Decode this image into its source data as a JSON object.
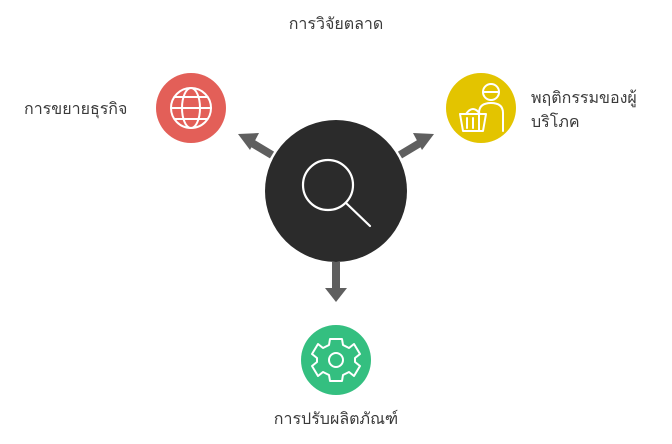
{
  "diagram": {
    "title": "การวิจัยตลาด",
    "center": {
      "icon": "magnifier-icon",
      "color": "#2b2b2b"
    },
    "nodes": [
      {
        "label": "การขยายธุรกิจ",
        "icon": "globe-icon",
        "color": "#e35f58"
      },
      {
        "label": "พฤติกรรมของผู้บริโภค",
        "label_lines": [
          "พฤติกรรมของผู้",
          "บริโภค"
        ],
        "icon": "shopper-basket-icon",
        "color": "#e3c400"
      },
      {
        "label": "การปรับผลิตภัณฑ์",
        "icon": "gear-icon",
        "color": "#34bf80"
      }
    ],
    "arrow_color": "#5f5f5f"
  }
}
